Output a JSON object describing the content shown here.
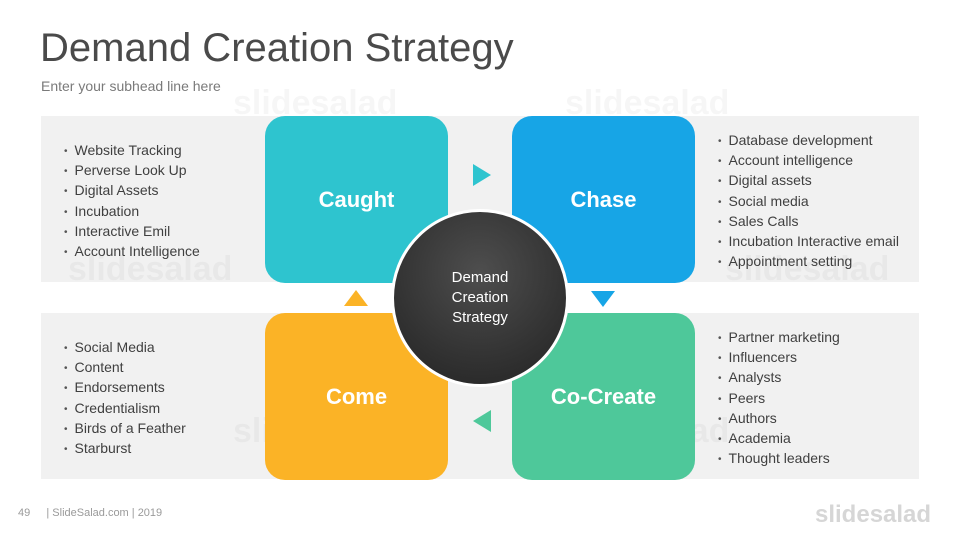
{
  "slide": {
    "title": "Demand Creation Strategy",
    "subtitle": "Enter your subhead line here"
  },
  "center": {
    "label_lines": [
      "Demand",
      "Creation",
      "Strategy"
    ]
  },
  "boxes": {
    "caught": {
      "label": "Caught",
      "color": "#2ec4cf"
    },
    "chase": {
      "label": "Chase",
      "color": "#17a5e6"
    },
    "come": {
      "label": "Come",
      "color": "#fbb326"
    },
    "cocreate": {
      "label": "Co-Create",
      "color": "#4ec89a"
    }
  },
  "lists": {
    "caught": [
      "Website Tracking",
      "Perverse Look Up",
      "Digital Assets",
      "Incubation",
      "Interactive Emil",
      "Account Intelligence"
    ],
    "chase": [
      "Database development",
      "Account intelligence",
      "Digital assets",
      "Social media",
      "Sales Calls",
      "Incubation Interactive email",
      "Appointment setting"
    ],
    "come": [
      "Social Media",
      "Content",
      "Endorsements",
      "Credentialism",
      "Birds of a Feather",
      "Starburst"
    ],
    "cocreate": [
      "Partner marketing",
      "Influencers",
      "Analysts",
      "Peers",
      "Authors",
      "Academia",
      "Thought leaders"
    ]
  },
  "footer": {
    "page_number": "49",
    "credit": "| SlideSalad.com | 2019",
    "logo": "slidesalad"
  },
  "watermark": "slidesalad"
}
